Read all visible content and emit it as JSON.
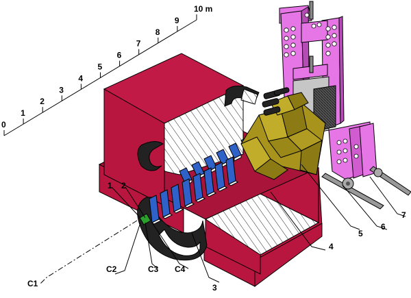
{
  "scale_bar": {
    "ticks": [
      "0",
      "1",
      "2",
      "3",
      "4",
      "5",
      "6",
      "7",
      "8",
      "9",
      "10 m"
    ]
  },
  "callouts": {
    "n1": "1",
    "n2": "2",
    "n3": "3",
    "n4": "4",
    "n5": "5",
    "n6": "6",
    "n7": "7",
    "c1": "C1",
    "c2": "C2",
    "c3": "C3",
    "c4": "C4"
  },
  "colors": {
    "magnet_body": "#b8163f",
    "magnet_dark": "#7a0f2a",
    "hatch_face": "#ffffff",
    "blue_plates": "#2f62c8",
    "yellow_module": "#a8941c",
    "pink_frame": "#e676e6",
    "coil_black": "#222222",
    "green_element": "#2ca02c"
  }
}
